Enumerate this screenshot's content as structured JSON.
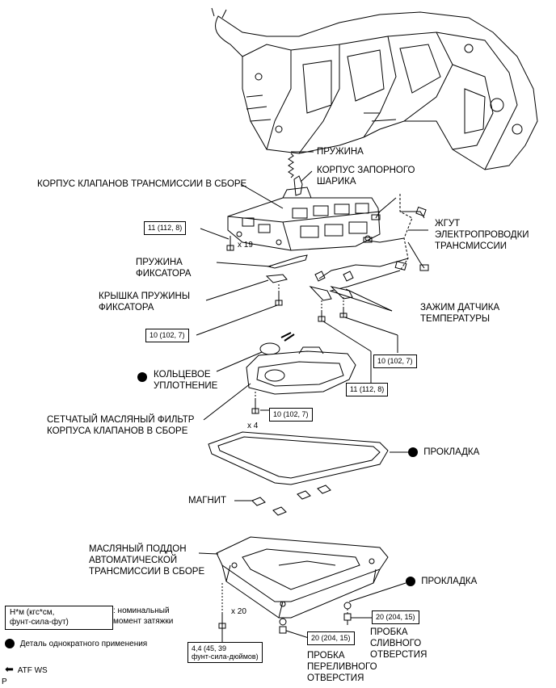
{
  "labels": {
    "spring": "ПРУЖИНА",
    "check_ball_body": [
      "КОРПУС ЗАПОРНОГО",
      "ШАРИКА"
    ],
    "valve_body_assy": "КОРПУС КЛАПАНОВ ТРАНСМИССИИ В СБОРЕ",
    "wire_harness": [
      "ЖГУТ",
      "ЭЛЕКТРОПРОВОДКИ",
      "ТРАНСМИССИИ"
    ],
    "detent_spring": [
      "ПРУЖИНА",
      "ФИКСАТОРА"
    ],
    "detent_spring_cover": [
      "КРЫШКА ПРУЖИНЫ",
      "ФИКСАТОРА"
    ],
    "temp_sensor_clamp": [
      "ЗАЖИМ ДАТЧИКА",
      "ТЕМПЕРАТУРЫ"
    ],
    "o_ring": [
      "КОЛЬЦЕВОЕ",
      "УПЛОТНЕНИЕ"
    ],
    "strainer_assy": [
      "СЕТЧАТЫЙ МАСЛЯНЫЙ ФИЛЬТР",
      "КОРПУСА КЛАПАНОВ В СБОРЕ"
    ],
    "gasket_upper": "ПРОКЛАДКА",
    "magnet": "МАГНИТ",
    "oil_pan_assy": [
      "МАСЛЯНЫЙ ПОДДОН",
      "АВТОМАТИЧЕСКОЙ",
      "ТРАНСМИССИИ В СБОРЕ"
    ],
    "gasket_lower": "ПРОКЛАДКА",
    "drain_plug": [
      "ПРОБКА",
      "СЛИВНОГО",
      "ОТВЕРСТИЯ"
    ],
    "overflow_plug": [
      "ПРОБКА",
      "ПЕРЕЛИВНОГО",
      "ОТВЕРСТИЯ"
    ]
  },
  "torques": {
    "valve_body_bolts": "11 (112, 8)",
    "detent_cover_bolt": "10 (102, 7)",
    "clamp_bolt_right": "10 (102, 7)",
    "clamp_bolt_left": "11 (112, 8)",
    "strainer_bolts": "10 (102, 7)",
    "drain_plug": "20 (204, 15)",
    "overflow_plug": "20 (204, 15)",
    "pan_bolts": [
      "4,4 (45, 39",
      "фунт-сила-дюймов)"
    ]
  },
  "quantities": {
    "valve_body_bolts": "x 19",
    "strainer_bolts": "x 4",
    "pan_bolts": "x 20"
  },
  "legend": {
    "torque_unit": [
      "Н*м (кгс*см,",
      "фунт-сила-фут)"
    ],
    "torque_desc": [
      ": номинальный",
      "момент затяжки"
    ],
    "non_reusable": "Деталь однократного применения",
    "atf": "ATF WS"
  },
  "corner_mark": "P"
}
